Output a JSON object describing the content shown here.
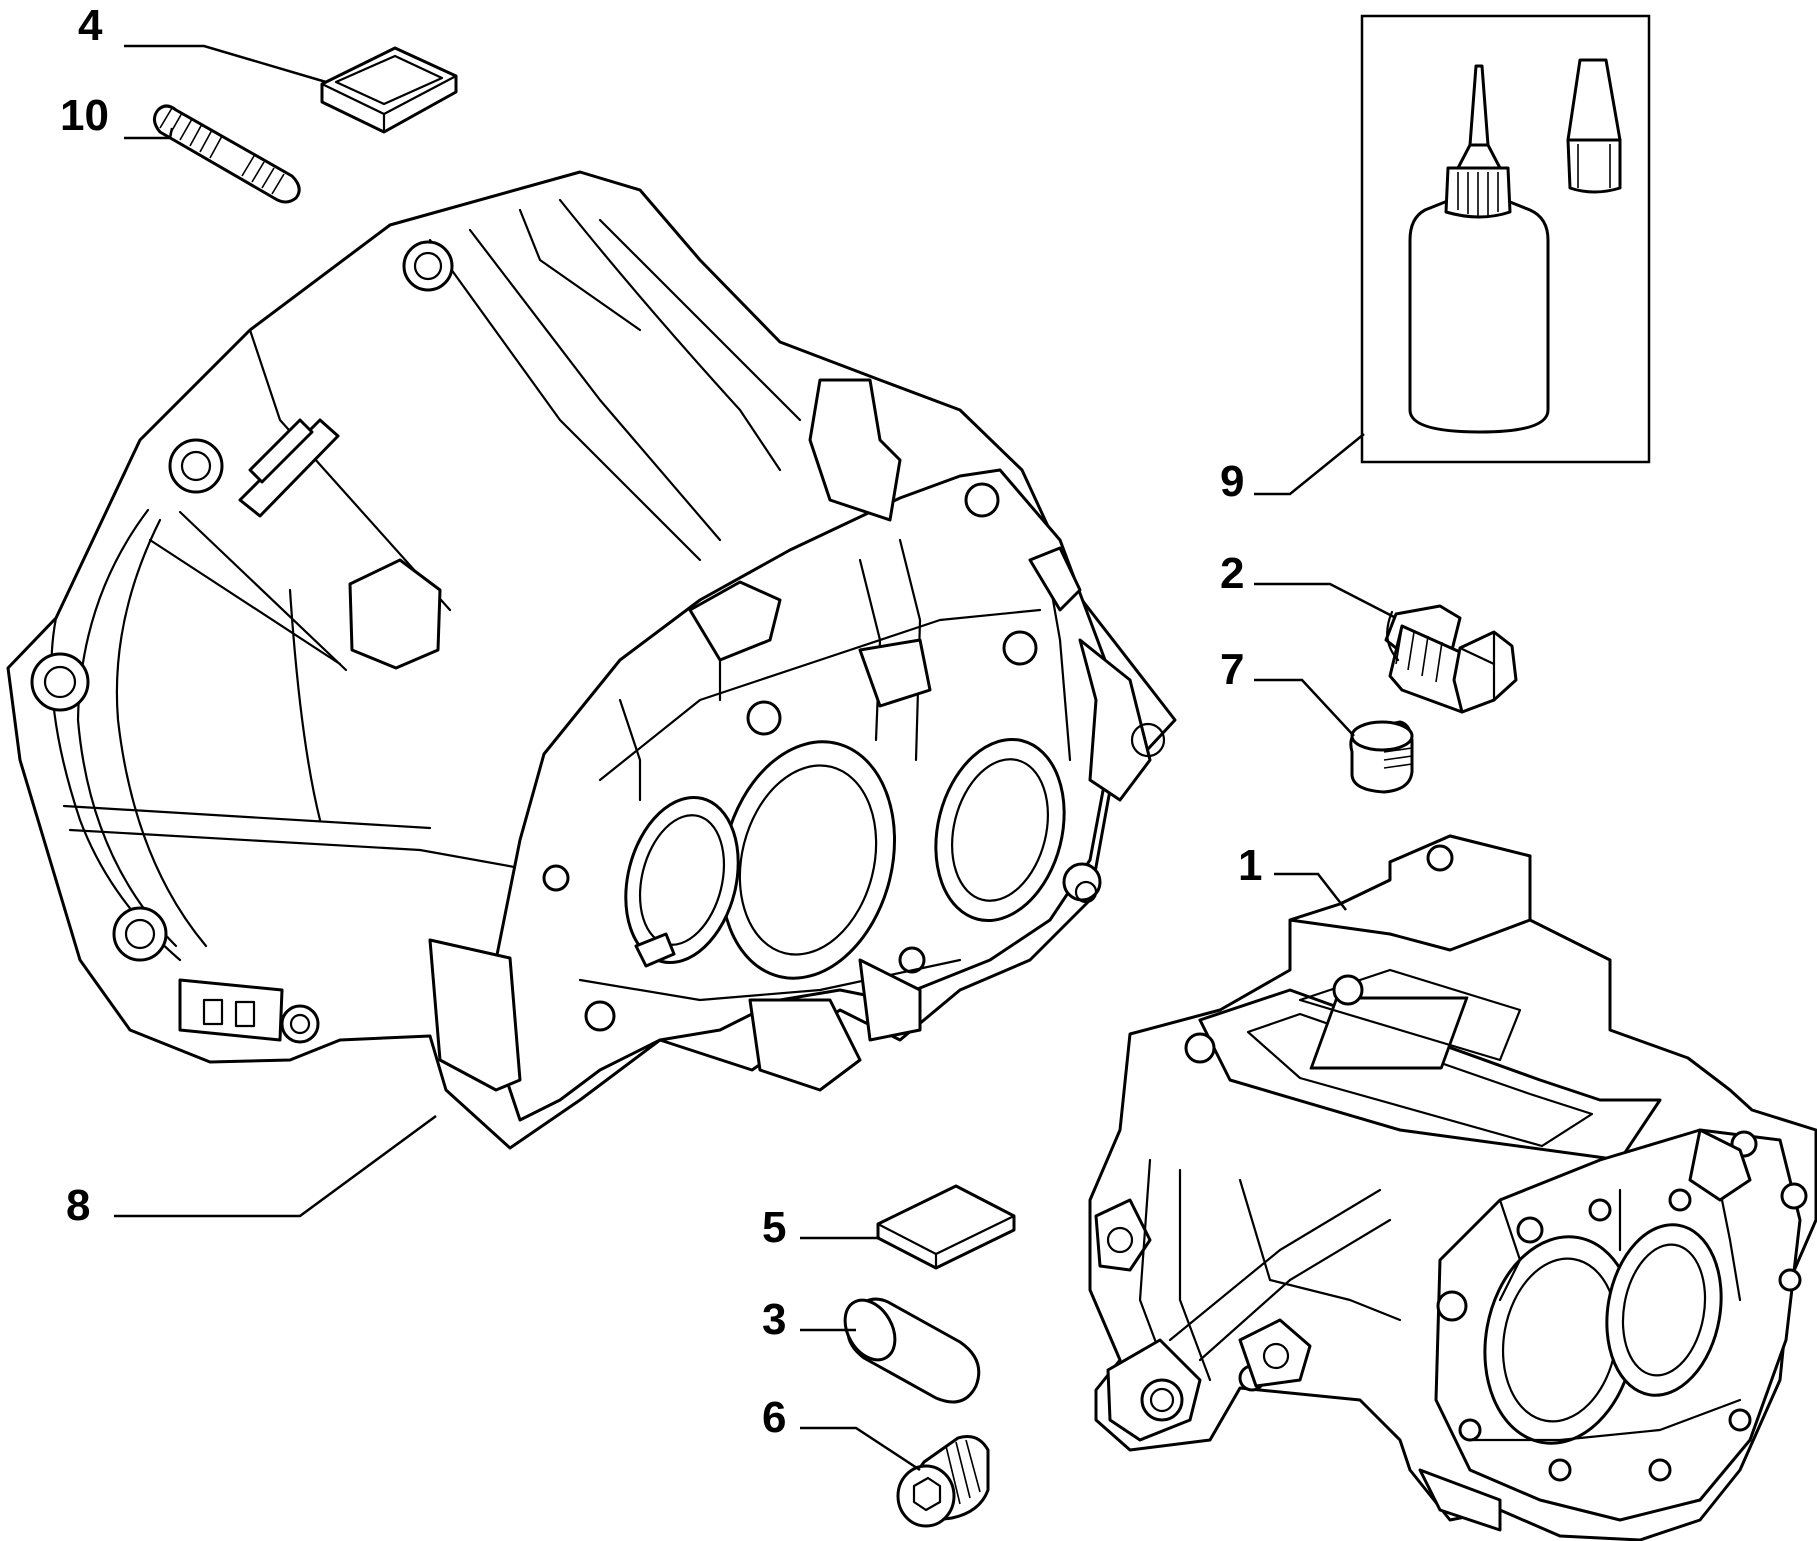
{
  "callouts": [
    {
      "id": "1",
      "label": "1",
      "part": "transmission-case"
    },
    {
      "id": "2",
      "label": "2",
      "part": "hex-bolt"
    },
    {
      "id": "3",
      "label": "3",
      "part": "dowel-sleeve"
    },
    {
      "id": "4",
      "label": "4",
      "part": "rubber-cap"
    },
    {
      "id": "5",
      "label": "5",
      "part": "square-pad"
    },
    {
      "id": "6",
      "label": "6",
      "part": "threaded-plug"
    },
    {
      "id": "7",
      "label": "7",
      "part": "threaded-plug-small"
    },
    {
      "id": "8",
      "label": "8",
      "part": "clutch-housing"
    },
    {
      "id": "9",
      "label": "9",
      "part": "sealant-bottle-kit"
    },
    {
      "id": "10",
      "label": "10",
      "part": "stud-bolt"
    }
  ]
}
